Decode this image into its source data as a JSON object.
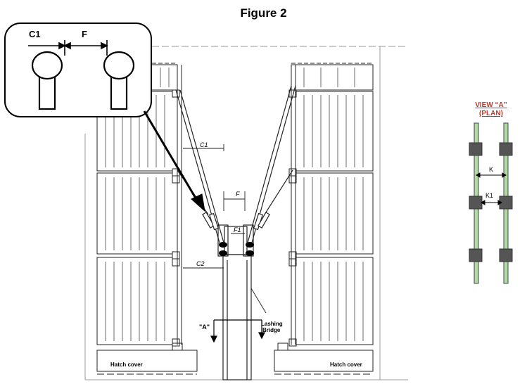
{
  "title": "Figure 2",
  "labels": {
    "c1": "C1",
    "f": "F",
    "c1_main": "C1",
    "f_main": "F",
    "f1_main": "F1",
    "c2_main": "C2",
    "view_a_marker": "\"A\"",
    "lashing_bridge_line1": "Lashing",
    "lashing_bridge_line2": "Bridge",
    "hatch_cover_left": "Hatch cover",
    "hatch_cover_right": "Hatch cover",
    "view_a_title": "VIEW “A”",
    "view_a_subtitle": "(PLAN)",
    "k": "K",
    "k1": "K1"
  },
  "colors": {
    "view_title": "#c0392b",
    "bar": "#b5d99c",
    "block": "#555555",
    "line": "#000000"
  }
}
